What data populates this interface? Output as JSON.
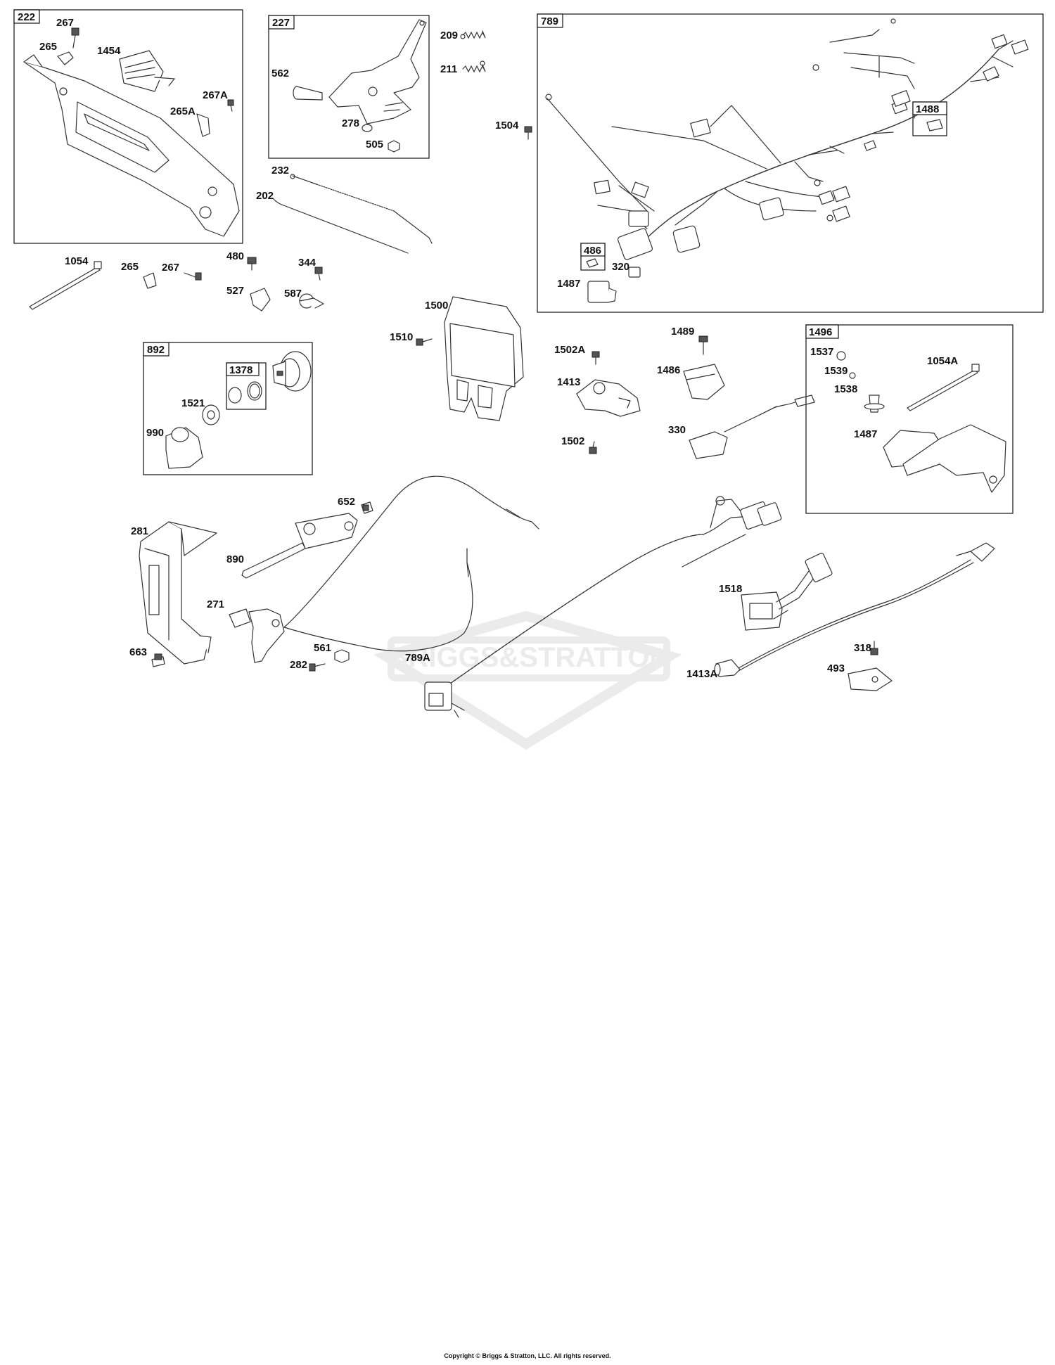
{
  "watermark": {
    "text": "BRIGGS&STRATTON",
    "color": "#d8d8d8"
  },
  "copyright": "Copyright © Briggs & Stratton, LLC. All rights reserved.",
  "groups": {
    "g222": "222",
    "g227": "227",
    "g789": "789",
    "g1488": "1488",
    "g486": "486",
    "g892": "892",
    "g1378": "1378",
    "g1496": "1496"
  },
  "labels": {
    "p267a": "267",
    "p265a": "265",
    "p1454": "1454",
    "p267A": "267A",
    "p265A": "265A",
    "p562": "562",
    "p278": "278",
    "p505": "505",
    "p209": "209",
    "p211": "211",
    "p232": "232",
    "p202": "202",
    "p1504": "1504",
    "p320": "320",
    "p1487a": "1487",
    "p1054": "1054",
    "p265b": "265",
    "p267b": "267",
    "p480": "480",
    "p344": "344",
    "p527": "527",
    "p587": "587",
    "p1500": "1500",
    "p1510": "1510",
    "p1489": "1489",
    "p1502A": "1502A",
    "p1486": "1486",
    "p1413": "1413",
    "p330": "330",
    "p1502": "1502",
    "p1537": "1537",
    "p1054A": "1054A",
    "p1539": "1539",
    "p1538": "1538",
    "p1487b": "1487",
    "p1521": "1521",
    "p990": "990",
    "p652": "652",
    "p281": "281",
    "p890": "890",
    "p271": "271",
    "p561": "561",
    "p282": "282",
    "p663": "663",
    "p789A": "789A",
    "p1518": "1518",
    "p318": "318",
    "p1413A": "1413A",
    "p493": "493"
  }
}
